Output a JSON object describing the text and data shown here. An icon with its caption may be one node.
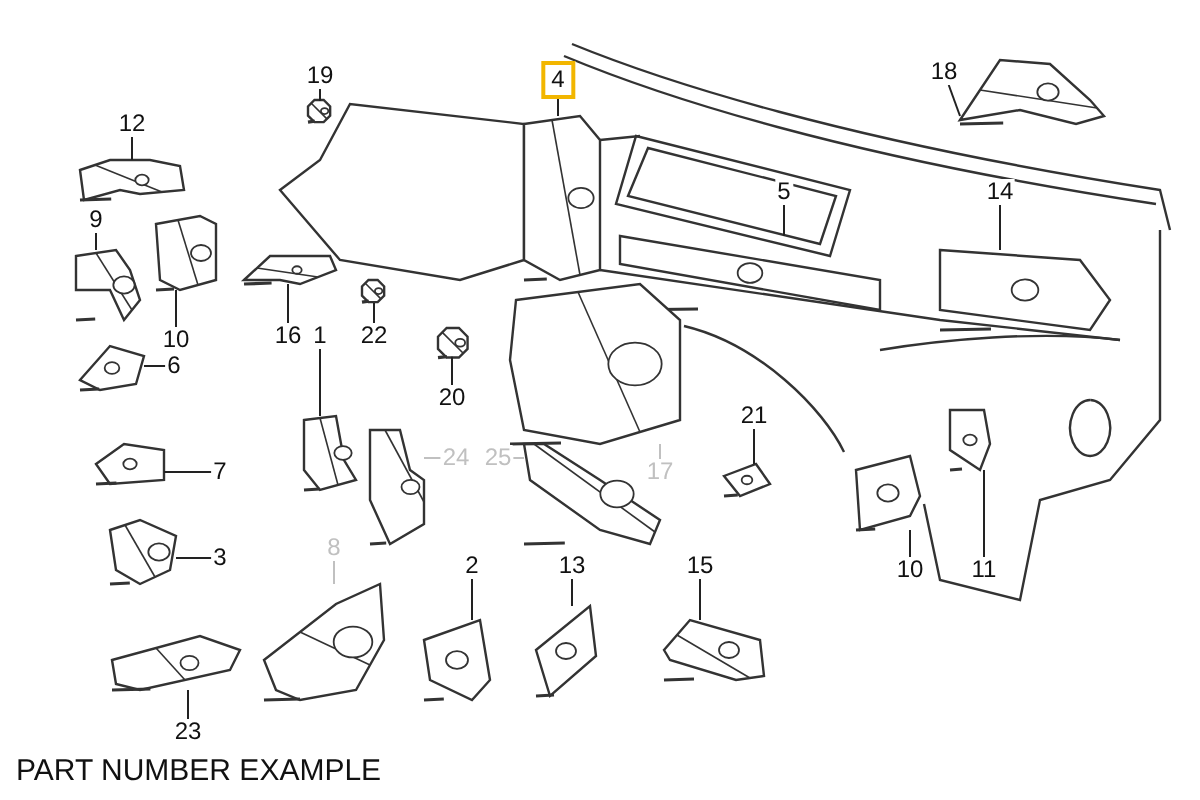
{
  "diagram": {
    "caption": "PART NUMBER EXAMPLE",
    "nodes": [
      {
        "text": [
          "19"
        ]
      },
      {
        "text": [],
        "shape": "picture"
      },
      {
        "text": [
          "4"
        ]
      },
      {
        "text": [],
        "shape": "picture"
      },
      {
        "text": [
          "18"
        ]
      },
      {
        "text": [],
        "shape": "picture"
      },
      {
        "text": [
          "12"
        ]
      },
      {
        "text": [],
        "shape": "picture"
      },
      {
        "text": [
          "5"
        ]
      },
      {
        "text": [],
        "shape": "picture"
      },
      {
        "text": [
          "14"
        ]
      },
      {
        "text": [],
        "shape": "picture"
      },
      {
        "text": [
          "9"
        ]
      },
      {
        "text": [],
        "shape": "picture"
      },
      {
        "text": [
          "10"
        ]
      },
      {
        "text": [],
        "shape": "picture"
      },
      {
        "text": [
          "16"
        ]
      },
      {
        "text": [],
        "shape": "picture"
      },
      {
        "text": [
          "1"
        ]
      },
      {
        "text": [],
        "shape": "picture"
      },
      {
        "text": [
          "22"
        ]
      },
      {
        "text": [],
        "shape": "picture"
      },
      {
        "text": [
          "6"
        ]
      },
      {
        "text": [],
        "shape": "picture"
      },
      {
        "text": [
          "20"
        ]
      },
      {
        "text": [],
        "shape": "picture"
      },
      {
        "text": [
          "21"
        ]
      },
      {
        "text": [],
        "shape": "picture"
      },
      {
        "text": [
          "7"
        ]
      },
      {
        "text": [],
        "shape": "picture"
      },
      {
        "text": [
          "24"
        ]
      },
      {
        "text": [],
        "shape": "picture"
      },
      {
        "text": [
          "25"
        ]
      },
      {
        "text": [],
        "shape": "picture"
      },
      {
        "text": [
          "17"
        ]
      },
      {
        "text": [],
        "shape": "picture"
      },
      {
        "text": [
          "3"
        ]
      },
      {
        "text": [],
        "shape": "picture"
      },
      {
        "text": [
          "8"
        ]
      },
      {
        "text": [],
        "shape": "picture"
      },
      {
        "text": [
          "2"
        ]
      },
      {
        "text": [],
        "shape": "picture"
      },
      {
        "text": [
          "13"
        ]
      },
      {
        "text": [],
        "shape": "picture"
      },
      {
        "text": [
          "15"
        ]
      },
      {
        "text": [],
        "shape": "picture"
      },
      {
        "text": [
          "10"
        ]
      },
      {
        "text": [],
        "shape": "picture"
      },
      {
        "text": [
          "11"
        ]
      },
      {
        "text": [],
        "shape": "picture"
      },
      {
        "text": [
          "23"
        ]
      },
      {
        "text": [],
        "shape": "picture"
      }
    ],
    "edges": [
      {
        "from": 0,
        "to": 1,
        "arrow": "none"
      },
      {
        "from": 2,
        "to": 3,
        "arrow": "none"
      },
      {
        "from": 4,
        "to": 5,
        "arrow": "none"
      },
      {
        "from": 6,
        "to": 7,
        "arrow": "none"
      },
      {
        "from": 8,
        "to": 9,
        "arrow": "none"
      },
      {
        "from": 10,
        "to": 11,
        "arrow": "none"
      },
      {
        "from": 12,
        "to": 13,
        "arrow": "none"
      },
      {
        "from": 14,
        "to": 15,
        "arrow": "none"
      },
      {
        "from": 16,
        "to": 17,
        "arrow": "none"
      },
      {
        "from": 18,
        "to": 19,
        "arrow": "none"
      },
      {
        "from": 20,
        "to": 21,
        "arrow": "none"
      },
      {
        "from": 22,
        "to": 23,
        "arrow": "none"
      },
      {
        "from": 24,
        "to": 25,
        "arrow": "none"
      },
      {
        "from": 26,
        "to": 27,
        "arrow": "none"
      },
      {
        "from": 28,
        "to": 29,
        "arrow": "none"
      },
      {
        "from": 30,
        "to": 31,
        "arrow": "none",
        "color": "#c0c0c0"
      },
      {
        "from": 32,
        "to": 33,
        "arrow": "none",
        "color": "#c0c0c0"
      },
      {
        "from": 34,
        "to": 35,
        "arrow": "none",
        "color": "#c0c0c0"
      },
      {
        "from": 36,
        "to": 37,
        "arrow": "none"
      },
      {
        "from": 38,
        "to": 39,
        "arrow": "none",
        "color": "#c0c0c0"
      },
      {
        "from": 40,
        "to": 41,
        "arrow": "none"
      },
      {
        "from": 42,
        "to": 43,
        "arrow": "none"
      },
      {
        "from": 44,
        "to": 45,
        "arrow": "none"
      },
      {
        "from": 46,
        "to": 47,
        "arrow": "none"
      },
      {
        "from": 48,
        "to": 49,
        "arrow": "none"
      },
      {
        "from": 50,
        "to": 51,
        "arrow": "none"
      }
    ]
  }
}
